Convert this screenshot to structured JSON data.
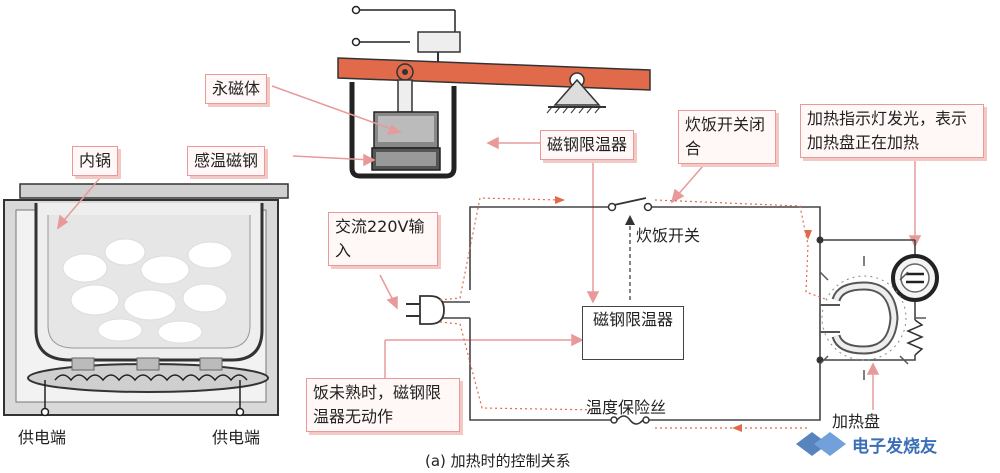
{
  "labels": {
    "permanent_magnet": "永磁体",
    "inner_pot": "内锅",
    "temp_sensing_magnet": "感温磁钢",
    "magnetic_limiter_top": "磁钢限温器",
    "switch_closed": "炊饭开关闭合",
    "indicator_note": "加热指示灯发光，表示加热盘正在加热",
    "ac_input": "交流220V输入",
    "cooking_switch": "炊饭开关",
    "magnetic_limiter_box": "磁钢限温器",
    "fuse": "温度保险丝",
    "not_cooked_note": "饭未熟时，磁钢限温器无动作",
    "heating_plate": "加热盘",
    "power_terminal_left": "供电端",
    "power_terminal_right": "供电端",
    "caption": "(a) 加热时的控制关系",
    "watermark": "电子发烧友"
  },
  "colors": {
    "lever": "#e06a4a",
    "callout_border": "#e89a9a",
    "wire": "#444444",
    "dotted_path": "#e06a4a"
  }
}
